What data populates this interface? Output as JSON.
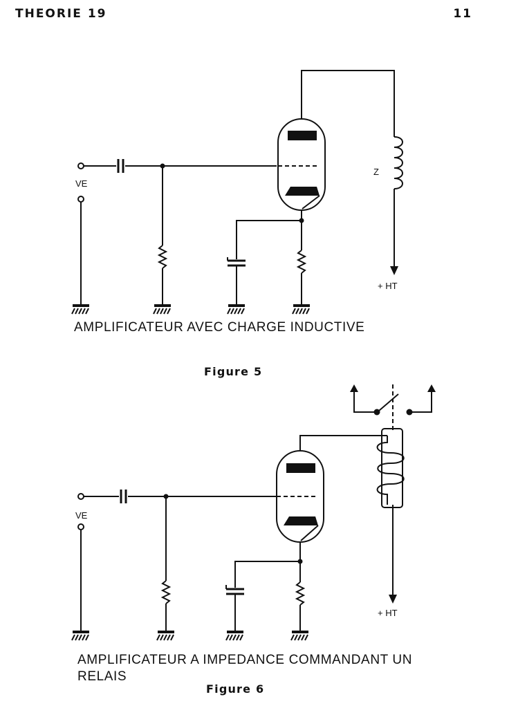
{
  "header": {
    "left": "THEORIE 19",
    "right": "11"
  },
  "figure5": {
    "input_label": "VE",
    "load_label": "Z",
    "supply_label": "+ HT",
    "caption": "AMPLIFICATEUR AVEC CHARGE INDUCTIVE",
    "figure_label": "Figure 5"
  },
  "figure6": {
    "input_label": "VE",
    "supply_label": "+ HT",
    "caption_line1": "AMPLIFICATEUR A IMPEDANCE COMMANDANT UN",
    "caption_line2": "RELAIS",
    "figure_label": "Figure 6"
  }
}
